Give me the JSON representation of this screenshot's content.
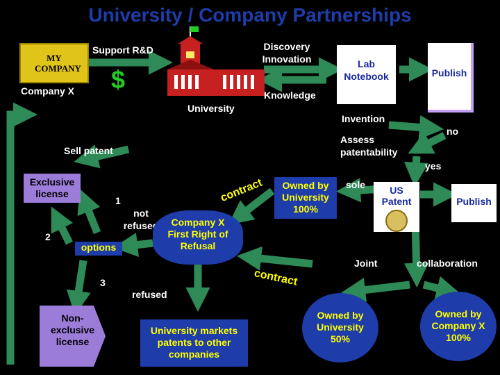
{
  "title": "University / Company Partnerships",
  "company_logo": "MY COMPANY",
  "labels": {
    "support_rd": "Support R&D",
    "discovery": "Discovery Innovation",
    "lab_notebook": "Lab Notebook",
    "publish_top": "Publish",
    "company_x": "Company X",
    "knowledge": "Knowledge",
    "university": "University",
    "invention": "Invention",
    "no": "no",
    "assess": "Assess patentability",
    "sell_patent": "Sell patent",
    "yes": "yes",
    "exclusive_license": "Exclusive license",
    "num1": "1",
    "contract_upper": "contract",
    "owned_by_univ_100": "Owned by University 100%",
    "sole": "sole",
    "us_patent": "US Patent",
    "publish_mid": "Publish",
    "not_refused": "not refused",
    "num2": "2",
    "options": "options",
    "first_right": "Company X First Right of Refusal",
    "joint": "Joint",
    "collaboration": "collaboration",
    "num3": "3",
    "contract_lower": "contract",
    "refused": "refused",
    "non_exclusive": "Non-exclusive license",
    "univ_markets": "University markets patents to other companies",
    "owned_by_univ_50": "Owned by University 50%",
    "owned_by_company_100": "Owned by Company X 100%"
  },
  "dollar_symbol": "$",
  "icons": [
    "flag-icon",
    "school-building-icon",
    "dollar-sign-icon",
    "seal-icon"
  ],
  "colors": {
    "background": "#000000",
    "arrow": "#2e8b57",
    "title": "#1e3caa",
    "box_olive": "#6b8e23",
    "box_lavender": "#9b7dd9",
    "box_blue": "#1e3caa",
    "logo_gold": "#e0c419"
  }
}
